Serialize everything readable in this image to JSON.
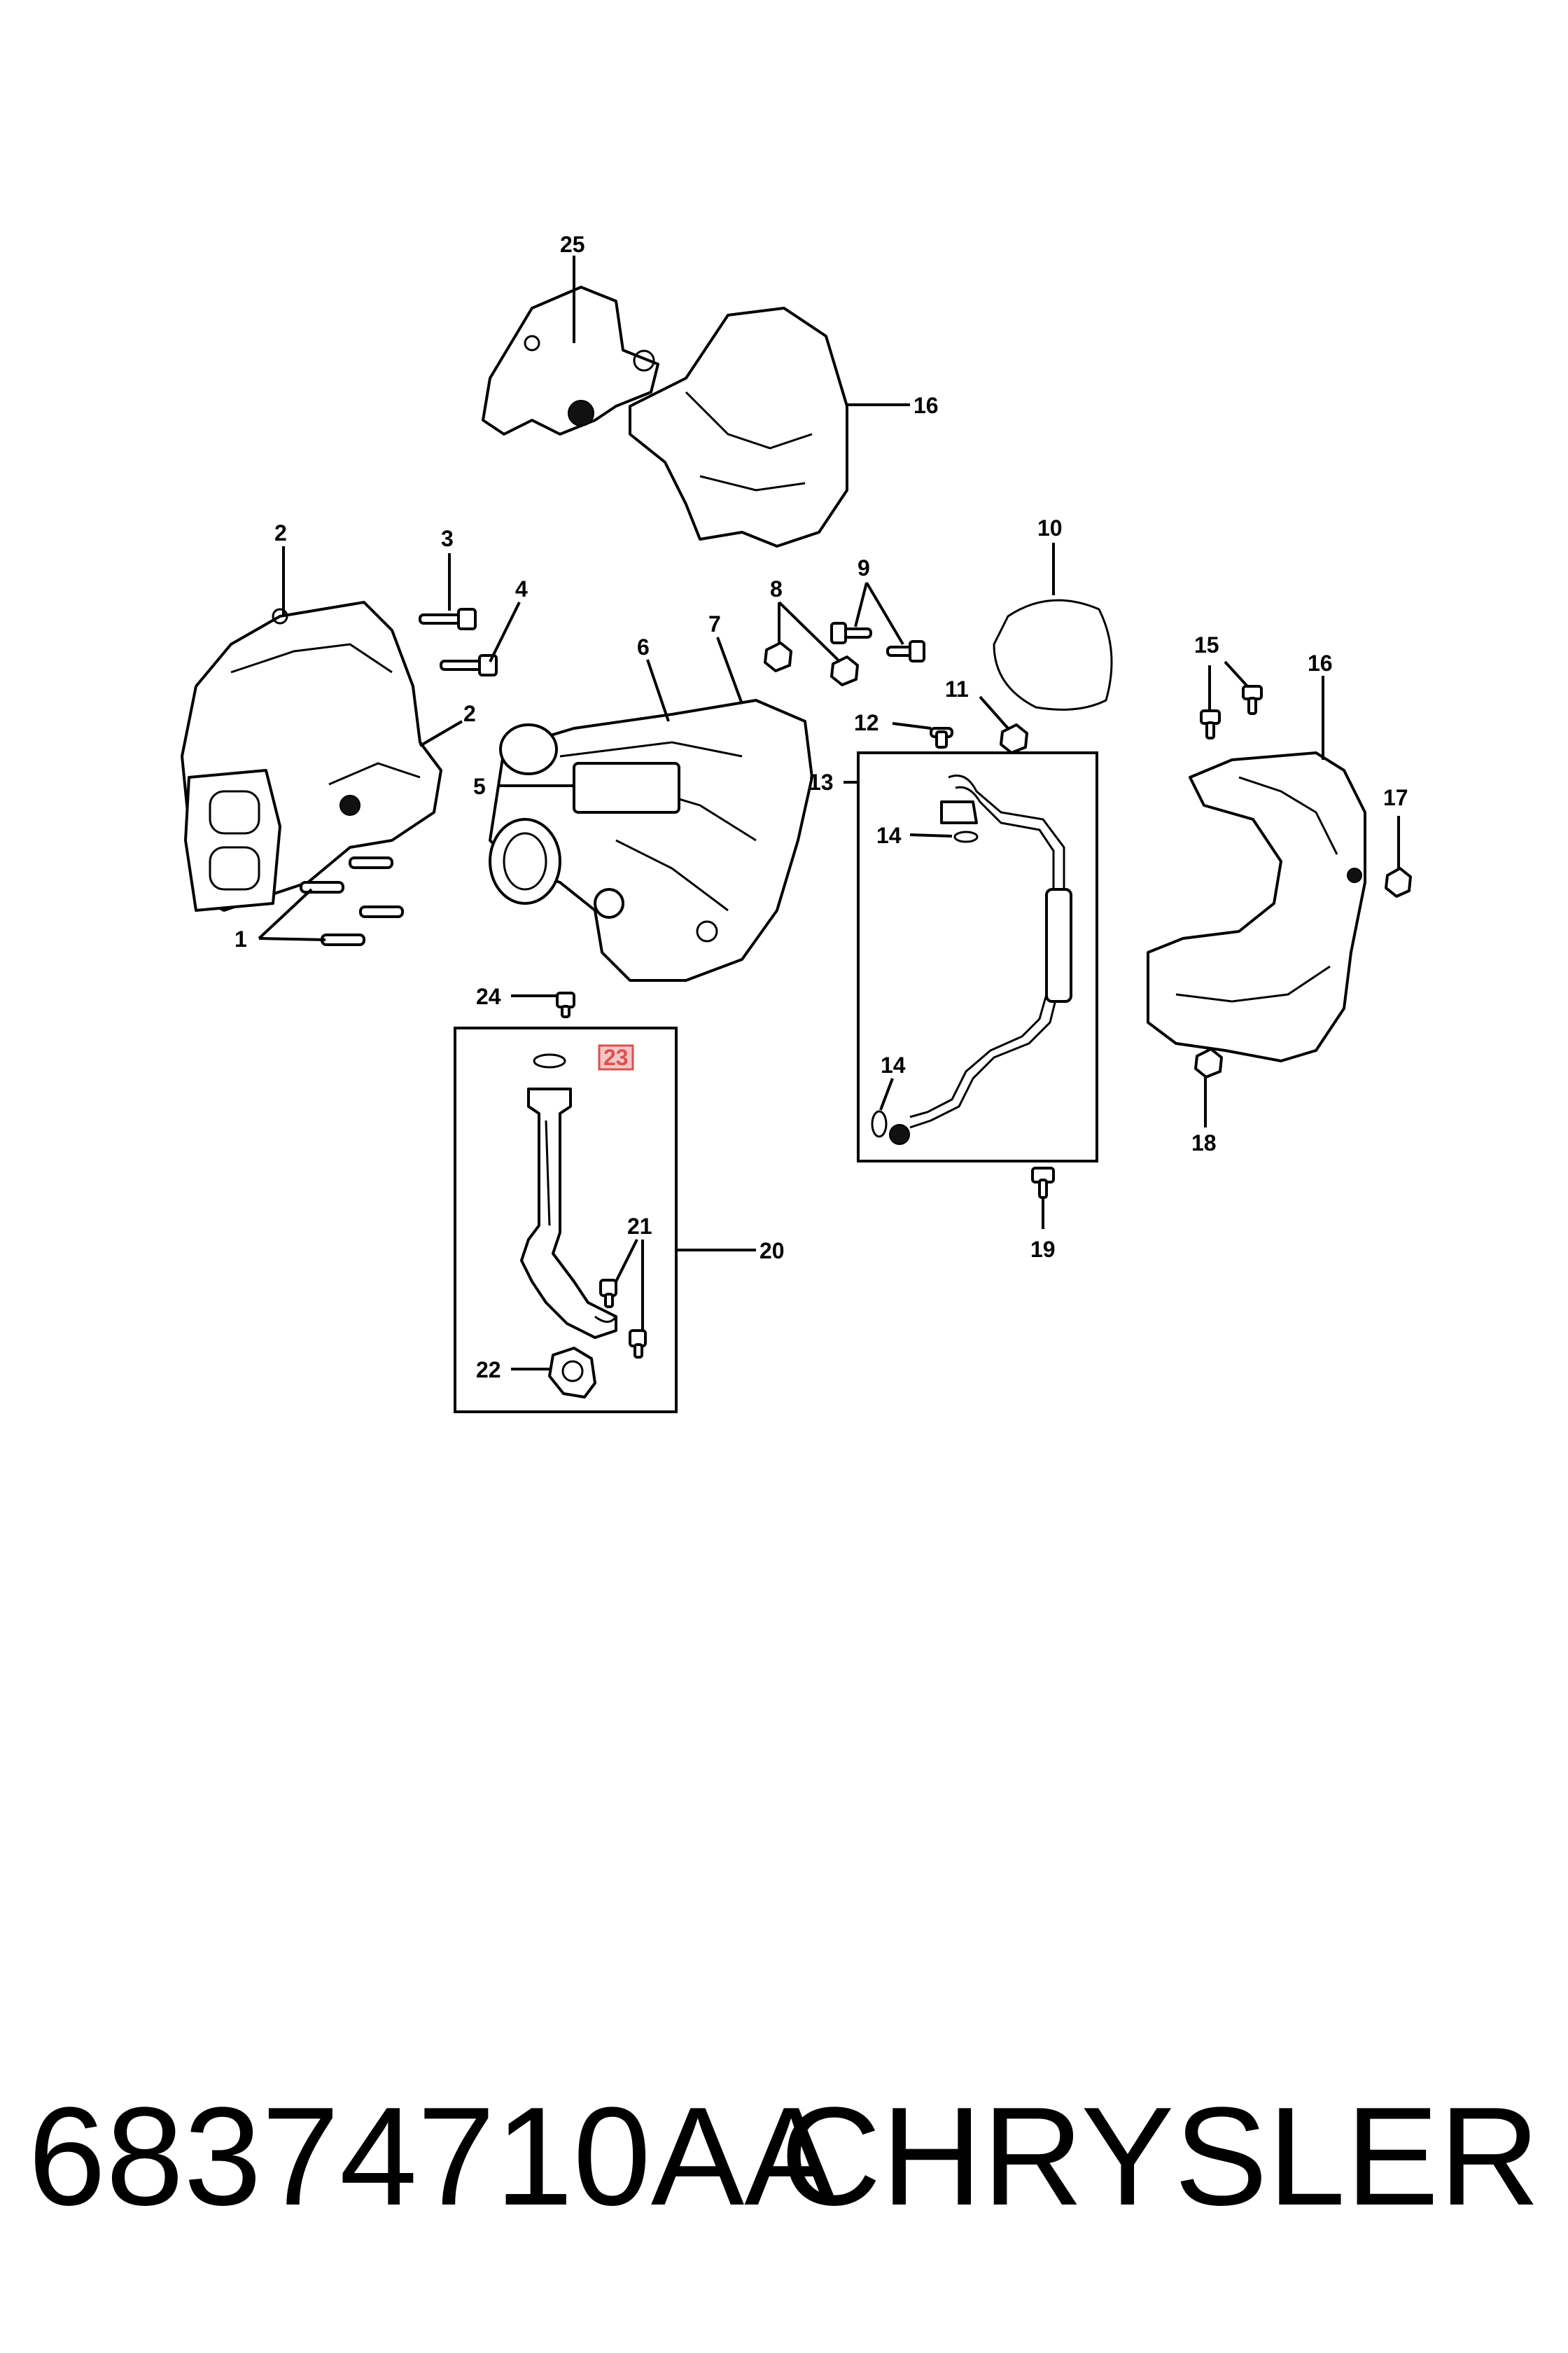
{
  "diagram": {
    "callouts": {
      "c1": "1",
      "c2a": "2",
      "c2b": "2",
      "c3": "3",
      "c4": "4",
      "c5": "5",
      "c6": "6",
      "c7": "7",
      "c8": "8",
      "c9": "9",
      "c10": "10",
      "c11": "11",
      "c12": "12",
      "c13": "13",
      "c14a": "14",
      "c14b": "14",
      "c15": "15",
      "c16a": "16",
      "c16b": "16",
      "c17": "17",
      "c18": "18",
      "c19": "19",
      "c20": "20",
      "c21": "21",
      "c22": "22",
      "c23": "23",
      "c24": "24",
      "c25": "25"
    },
    "highlight_color": "#d9534f"
  },
  "footer": {
    "part_number": "68374710AA",
    "brand": "CHRYSLER"
  }
}
